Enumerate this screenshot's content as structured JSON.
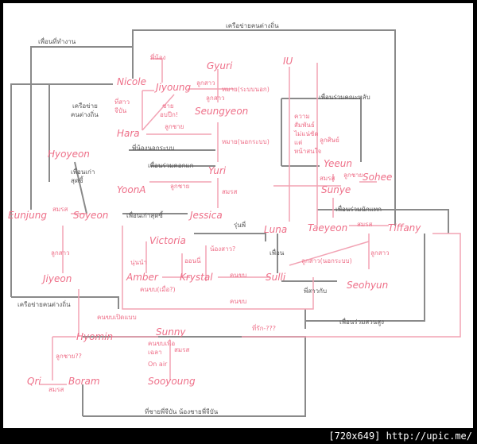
{
  "colors": {
    "person": "#ee6f88",
    "pink_link": "#f2a3b4",
    "gray_link": "#8a8a8a",
    "gray_text": "#555555",
    "frame": "#000000"
  },
  "people": {
    "nicole": "Nicole",
    "jiyoung": "Jiyoung",
    "gyuri": "Gyuri",
    "iu": "IU",
    "hara": "Hara",
    "seungyeon": "Seungyeon",
    "hyoyeon": "Hyoyeon",
    "yeeun": "Yeeun",
    "sohee": "Sohee",
    "yuri": "Yuri",
    "sunye": "Sunye",
    "yoona": "YoonA",
    "eunjung": "Eunjung",
    "soyeon": "Soyeon",
    "jessica": "Jessica",
    "luna": "Luna",
    "taeyeon": "Taeyeon",
    "tiffany": "Tiffany",
    "victoria": "Victoria",
    "amber": "Amber",
    "krystal": "Krystal",
    "sulli": "Sulli",
    "seohyun": "Seohyun",
    "jiyeon": "Jiyeon",
    "hyomin": "Hyomin",
    "sunny": "Sunny",
    "qri": "Qri",
    "boram": "Boram",
    "sooyoung": "Sooyoung"
  },
  "relations": {
    "r1": "เครือข่ายคนต่างถิ่น",
    "r2": "เพื่อนที่ทำงาน",
    "r3": "พี่น้อง",
    "r4": "ลูกสาว",
    "r5": "ลูกสาว",
    "r6": "หมาย(ระบบนอก)",
    "r7": "ที่สาว",
    "r8": "จีบัน",
    "r9": "ชาย",
    "r10": "อบปีก!",
    "r11": "เครือข่าย",
    "r12": "คนต่างถิ่น",
    "r13": "ลูกชาย",
    "r14": "หมาย(นอกระบบ)",
    "r15": "พี่น้องนอกระบบ",
    "r16": "เพื่อนร่วมคอกแก",
    "r17": "เพื่อนเก่า",
    "r18": "สุดซี้",
    "r19": "ลูกชาย",
    "r20": "สมรส",
    "r21": "สมรส",
    "r22": "เพื่อนเก่าสุดซี้",
    "r23": "รุ่นพี่",
    "r24": "เพื่อนร่วมคณะหลับ",
    "r25": "ความ",
    "r26": "สัมพันธ์",
    "r27": "ไม่แน่ชัด",
    "r28": "แต่",
    "r29": "หน้าสนใจ",
    "r30": "ลูกศิษย์",
    "r31": "ลูกชาย",
    "r32": "สมรส",
    "r33": "เพื่อนร่วมนักแทก",
    "r34": "สมรส",
    "r35": "ลูกสาว",
    "r36": "เพื่อน",
    "r37": "น้องสาว?",
    "r38": "นุ่นนำ",
    "r39": "ออนนี่",
    "r40": "คนขบ",
    "r41": "คนขบ(เมื่อ?)",
    "r42": "ลูกสาว(นอกระบบ)",
    "r43": "พี่สาวกับ",
    "r44": "ลูกสาว",
    "r45": "เครือข่ายคนต่างถิ่น",
    "r46": "คนขบ",
    "r47": "คนขบเปิดแบบ",
    "r48": "เพื่อนร่วมสวนสูง",
    "r49": "ที่รัก-???",
    "r50": "คนขบเพื่อ",
    "r51": "เฉลา",
    "r52": "On air",
    "r53": "ลูกชาย??",
    "r54": "สมรส",
    "r55": "สมรส",
    "r56": "ที่ชายพี่จีบัน น้องชายพี่จีบัน"
  }
}
